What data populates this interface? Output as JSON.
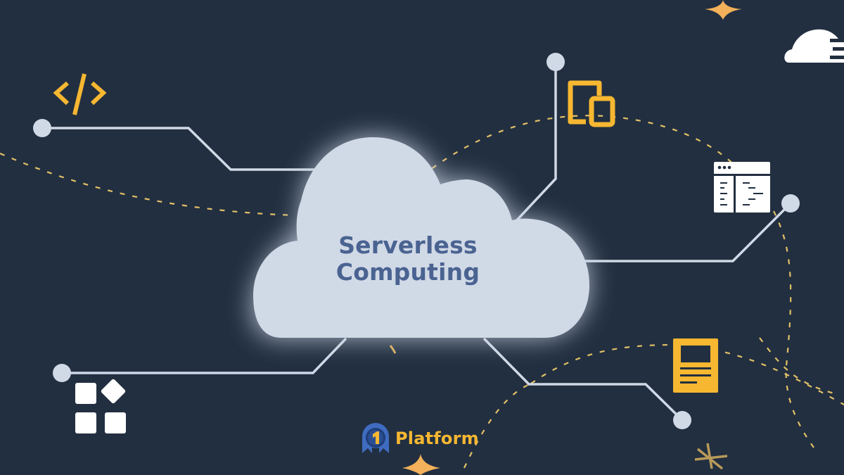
{
  "hero": {
    "title_line1": "Serverless",
    "title_line2": "Computing"
  },
  "brand": {
    "badge_glyph": "1",
    "name": "Platform"
  },
  "icons": [
    "code-brackets-icon",
    "devices-icon",
    "cloud-speed-icon",
    "sparkle-star-icon",
    "browser-code-window-icon",
    "document-icon",
    "apps-grid-icon",
    "asterisk-sparkle-icon"
  ],
  "colors": {
    "background": "#222f40",
    "cloud": "#d0d9e6",
    "title": "#4a6391",
    "accent_yellow": "#f7b731",
    "star_orange": "#f2b15a",
    "line": "#d0d9e6",
    "brand_badge_blue": "#3f6cc0",
    "white_icon": "#ffffff"
  }
}
